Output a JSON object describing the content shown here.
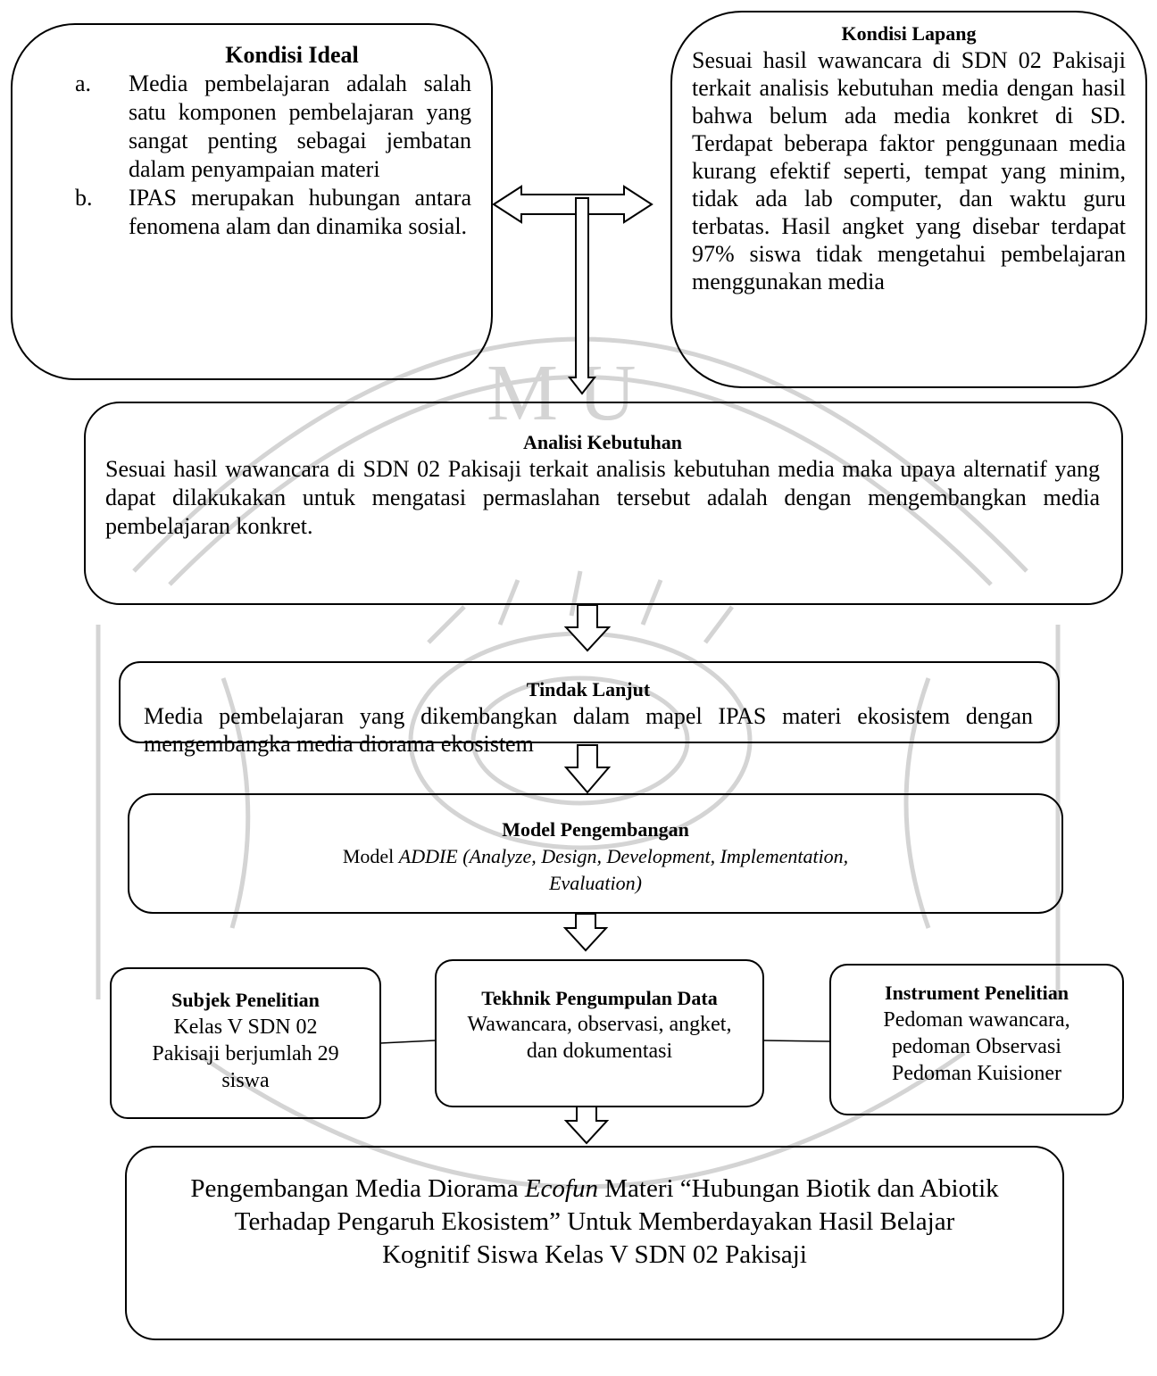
{
  "kondisi_ideal": {
    "title": "Kondisi Ideal",
    "items": [
      {
        "marker": "a.",
        "text": "Media pembelajaran adalah salah satu komponen pembelajaran yang sangat penting sebagai jembatan dalam penyampaian materi"
      },
      {
        "marker": "b.",
        "text": "IPAS merupakan hubungan antara fenomena alam dan dinamika sosial."
      }
    ]
  },
  "kondisi_lapang": {
    "title": "Kondisi Lapang",
    "text": "Sesuai hasil wawancara di SDN 02 Pakisaji terkait analisis kebutuhan media dengan hasil bahwa belum ada media konkret di SD. Terdapat beberapa faktor penggunaan media kurang efektif seperti, tempat yang minim, tidak ada lab computer, dan waktu guru terbatas. Hasil angket yang disebar terdapat 97% siswa tidak mengetahui pembelajaran menggunakan media"
  },
  "analisi_kebutuhan": {
    "title": "Analisi Kebutuhan",
    "text": "Sesuai hasil wawancara di SDN 02 Pakisaji terkait analisis kebutuhan media maka upaya alternatif yang dapat dilakukakan untuk mengatasi permaslahan tersebut adalah dengan mengembangkan media pembelajaran konkret."
  },
  "tindak_lanjut": {
    "title": "Tindak Lanjut",
    "text": "Media pembelajaran yang dikembangkan dalam mapel IPAS materi ekosistem dengan mengembangka media diorama ekosistem"
  },
  "model_pengembangan": {
    "title": "Model Pengembangan",
    "prefix": "Model ",
    "italic_text": "ADDIE (Analyze, Design, Development, Implementation, Evaluation)"
  },
  "subjek_penelitian": {
    "title": "Subjek Penelitian",
    "text": "Kelas V SDN 02 Pakisaji berjumlah 29 siswa"
  },
  "tekhnik_pengumpulan": {
    "title": "Tekhnik Pengumpulan Data",
    "text": "Wawancara, observasi, angket, dan dokumentasi"
  },
  "instrument_penelitian": {
    "title": "Instrument Penelitian",
    "line1": "Pedoman wawancara,",
    "line2": "pedoman Observasi",
    "line3": "Pedoman Kuisioner"
  },
  "hasil": {
    "part1": "Pengembangan Media Diorama ",
    "italic": "Ecofun",
    "part2": " Materi “Hubungan Biotik dan Abiotik Terhadap Pengaruh Ekosistem” Untuk Memberdayakan Hasil Belajar Kognitif Siswa Kelas V SDN 02 Pakisaji"
  },
  "colors": {
    "line": "#000000",
    "watermark": "#c8c8c8"
  }
}
